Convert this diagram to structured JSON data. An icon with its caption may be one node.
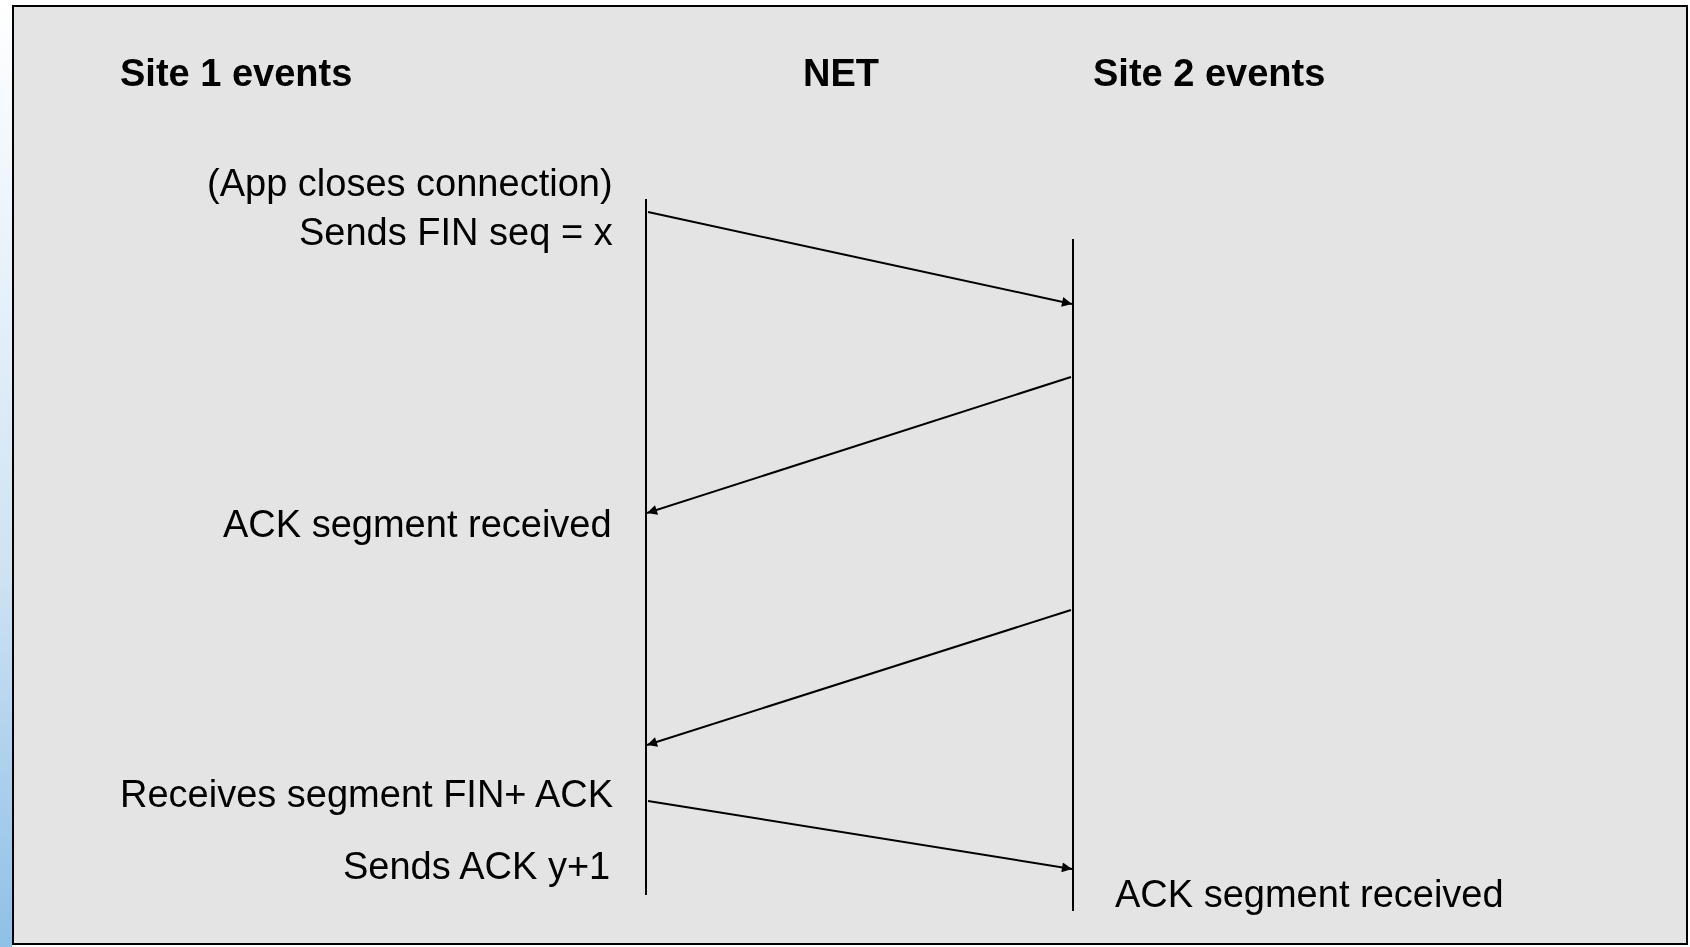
{
  "diagram": {
    "nodes": [
      {
        "text": [],
        "shape": "bar"
      },
      {
        "text": [],
        "shape": "bar"
      }
    ],
    "edges": [
      {
        "from": 0,
        "to": 1,
        "arrow": "to"
      },
      {
        "from": 1,
        "to": 0,
        "arrow": "to"
      },
      {
        "from": 1,
        "to": 0,
        "arrow": "to"
      },
      {
        "from": 0,
        "to": 1,
        "arrow": "to"
      }
    ],
    "labels": [
      "Site 1 events",
      "NET",
      "Site 2 events",
      "(App closes connection)",
      "Sends FIN seq = x",
      "ACK segment received",
      "Receives segment FIN+ ACK",
      "Sends ACK y+1",
      "ACK segment received"
    ]
  }
}
